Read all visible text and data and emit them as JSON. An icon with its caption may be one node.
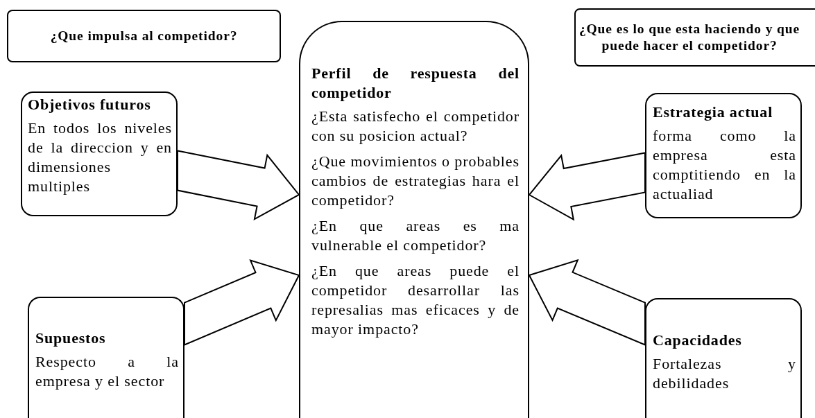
{
  "diagram": {
    "nodes": [
      {
        "text": [
          "¿Que impulsa al competidor?"
        ]
      },
      {
        "text": [
          "¿Que es lo que esta haciendo y que puede hacer el competidor?"
        ]
      },
      {
        "text": [
          "Objetivos futuros",
          "En todos los niveles de la direccion y en dimensiones multiples"
        ]
      },
      {
        "text": [
          "Perfil de respuesta del competidor",
          "¿Esta satisfecho el competidor con su posicion actual?",
          "¿Que movimientos o probables cambios de estrategias hara el competidor?",
          "¿En que areas es ma vulnerable el competidor?",
          "¿En que areas puede el competidor desarrollar las represalias mas eficaces y de mayor impacto?"
        ]
      },
      {
        "text": [
          "Estrategia actual",
          "forma como la empresa esta comptitiendo en la actualiad"
        ]
      },
      {
        "text": [
          "Supuestos",
          "Respecto a la empresa y el sector"
        ]
      },
      {
        "text": [
          "Capacidades",
          "Fortalezas y debilidades"
        ]
      }
    ],
    "edges": [
      {
        "from": 2,
        "to": 3,
        "arrow": "to"
      },
      {
        "from": 5,
        "to": 3,
        "arrow": "to"
      },
      {
        "from": 4,
        "to": 3,
        "arrow": "to"
      },
      {
        "from": 6,
        "to": 3,
        "arrow": "to"
      }
    ]
  }
}
